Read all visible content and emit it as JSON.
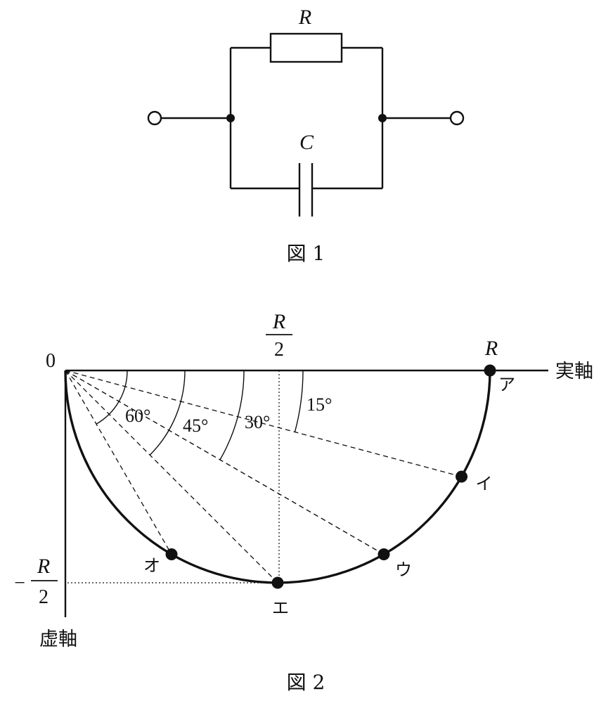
{
  "figure1": {
    "resistor_label": "R",
    "capacitor_label": "C",
    "caption": "図 1"
  },
  "figure2": {
    "origin_label": "0",
    "half_R_num": "R",
    "half_R_den": "2",
    "R_label": "R",
    "neg_sign": "−",
    "neg_half_R_num": "R",
    "neg_half_R_den": "2",
    "real_axis_label": "実軸",
    "imag_axis_label": "虚軸",
    "caption": "図 2",
    "angles": [
      {
        "deg": 15,
        "text": "15°"
      },
      {
        "deg": 30,
        "text": "30°"
      },
      {
        "deg": 45,
        "text": "45°"
      },
      {
        "deg": 60,
        "text": "60°"
      }
    ],
    "points": [
      {
        "name": "a",
        "label": "ア",
        "angle": 0
      },
      {
        "name": "i",
        "label": "イ",
        "angle": 15
      },
      {
        "name": "u",
        "label": "ウ",
        "angle": 30
      },
      {
        "name": "e",
        "label": "エ",
        "angle": 45
      },
      {
        "name": "o",
        "label": "オ",
        "angle": 60
      }
    ]
  }
}
